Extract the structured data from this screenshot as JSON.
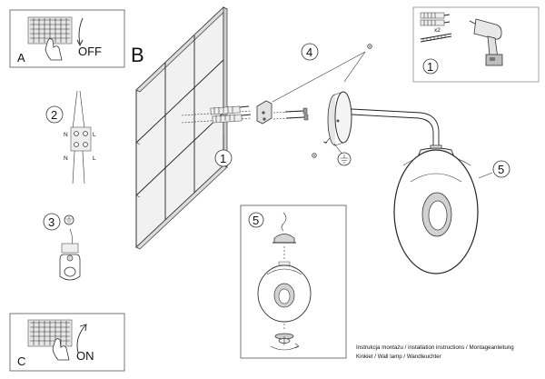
{
  "panels": {
    "A": {
      "letter": "A",
      "switch_label": "OFF"
    },
    "B": {
      "letter": "B"
    },
    "C": {
      "letter": "C",
      "switch_label": "ON"
    }
  },
  "steps": {
    "step1_top": "1",
    "step1_wall": "1",
    "step2": "2",
    "step3": "3",
    "step4": "4",
    "step5_lamp": "5",
    "step5_inset": "5"
  },
  "hardware": {
    "anchor_count": "x2"
  },
  "terminal": {
    "left_top": "N",
    "right_top": "L",
    "left_bottom": "N",
    "right_bottom": "L"
  },
  "footer": {
    "line1": "Instrukcja montażu / installation instructions / Montageanleitung",
    "line2": "Kinkiet / Wall lamp / Wandleuchter"
  }
}
